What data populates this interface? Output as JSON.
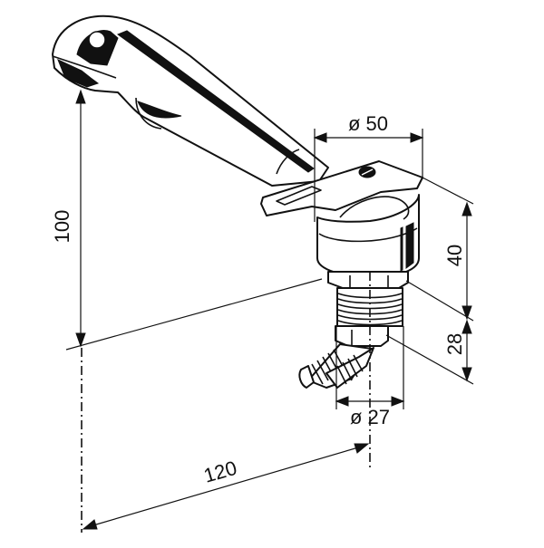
{
  "drawing": {
    "subject": "faucet-dimension-drawing",
    "unit": "mm",
    "dimensions": {
      "spout_height": {
        "label": "100",
        "value": 100
      },
      "base_diameter": {
        "label": "ø 50",
        "value": 50
      },
      "body_height": {
        "label": "40",
        "value": 40
      },
      "thread_height": {
        "label": "28",
        "value": 28
      },
      "thread_diameter": {
        "label": "ø 27",
        "value": 27
      },
      "spout_reach": {
        "label": "120",
        "value": 120
      }
    },
    "colors": {
      "line": "#111111",
      "background": "#ffffff"
    }
  }
}
